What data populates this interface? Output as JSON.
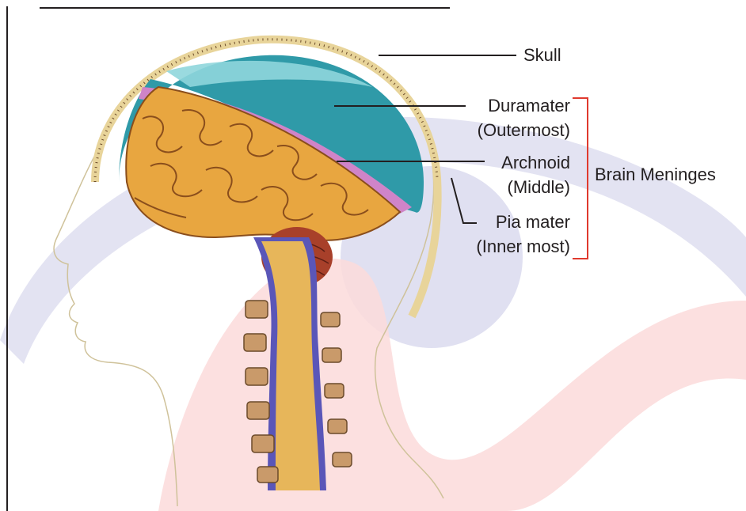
{
  "diagram": {
    "labels": {
      "skull": "Skull",
      "duramater": "Duramater",
      "duramater_note": "(Outermost)",
      "archnoid": "Archnoid",
      "archnoid_note": "(Middle)",
      "pia_mater": "Pia mater",
      "pia_mater_note": "(Inner most)",
      "group": "Brain Meninges"
    },
    "colors": {
      "skull_outline": "#e8d49a",
      "skull_dots": "#6b4a2a",
      "duramater": "#2f9aa8",
      "archnoid": "#cf84c8",
      "brain": "#e8a640",
      "brain_folds": "#8a4e1c",
      "cerebellum": "#a8402a",
      "spinal_cord": "#e7b65a",
      "pia_mater_edge": "#5a56b8",
      "vertebrae": "#c99a6a",
      "bracket": "#e03a2e",
      "leader": "#231f20",
      "watermark_blue": "#dcdcef",
      "watermark_red": "#fbdada"
    }
  }
}
